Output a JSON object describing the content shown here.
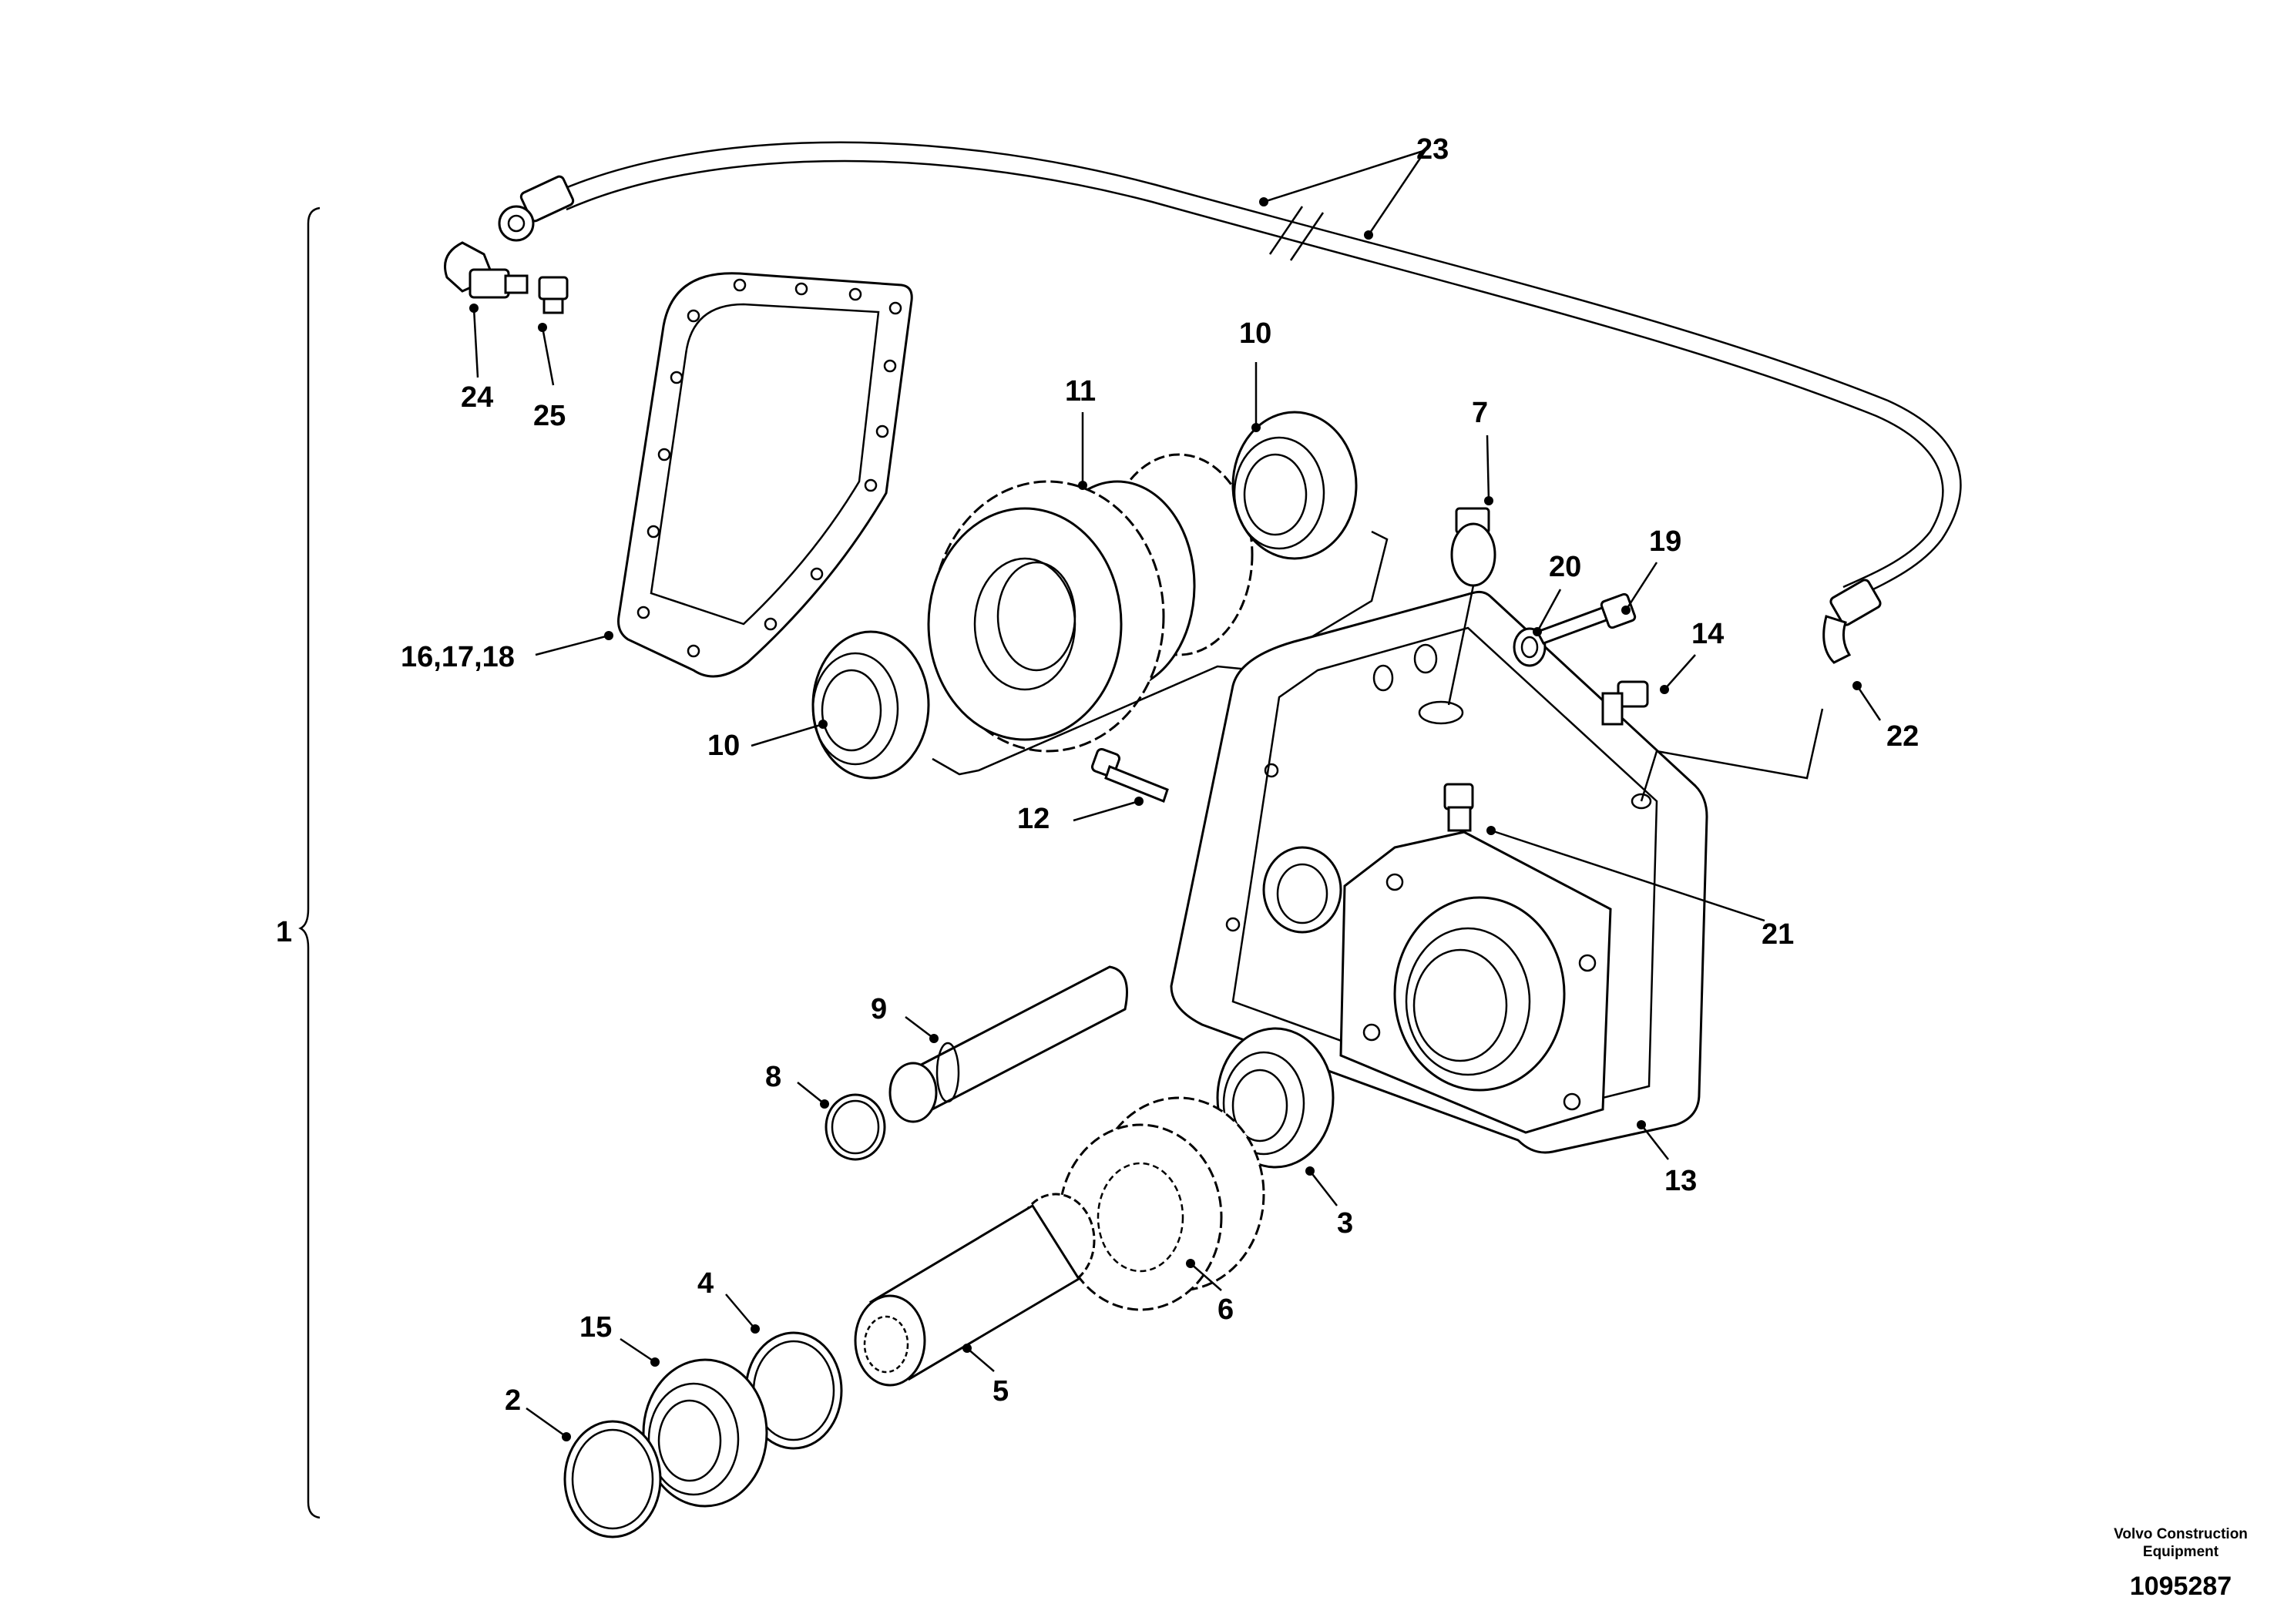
{
  "diagram": {
    "callouts": {
      "c1": "1",
      "c2": "2",
      "c3": "3",
      "c4": "4",
      "c5": "5",
      "c6": "6",
      "c7": "7",
      "c8": "8",
      "c9": "9",
      "c10a": "10",
      "c10b": "10",
      "c11": "11",
      "c12": "12",
      "c13": "13",
      "c14": "14",
      "c15": "15",
      "c161718": "16,17,18",
      "c19": "19",
      "c20": "20",
      "c21": "21",
      "c22": "22",
      "c23": "23",
      "c24": "24",
      "c25": "25"
    }
  },
  "footer": {
    "publisher_line1": "Volvo Construction",
    "publisher_line2": "Equipment",
    "drawing_number": "1095287"
  }
}
